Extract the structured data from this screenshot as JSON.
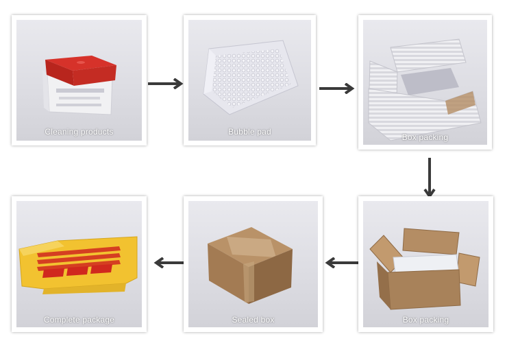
{
  "steps": [
    {
      "label": "Cleaning products"
    },
    {
      "label": "Bubble pad"
    },
    {
      "label": "Box packing"
    },
    {
      "label": "Complete package"
    },
    {
      "label": "Sealed box"
    },
    {
      "label": "Box packing"
    }
  ],
  "colors": {
    "arrow": "#3a3a3a",
    "caption": "#ffffff",
    "cap_red": "#c8281e",
    "cardboard": "#a9835c",
    "dhl_yellow": "#f2c230",
    "dhl_red": "#d0281e"
  }
}
